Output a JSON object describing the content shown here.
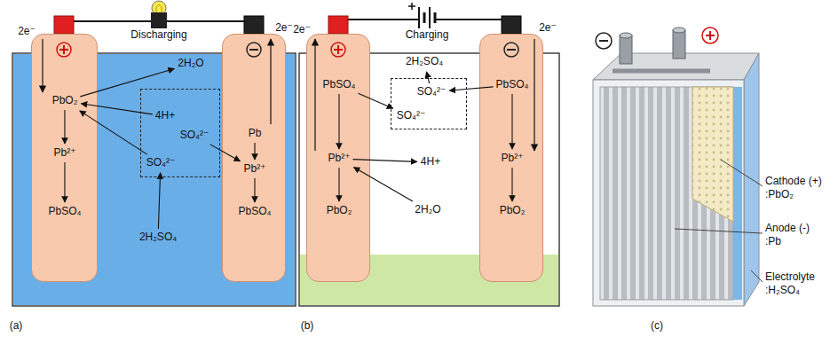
{
  "diagram": {
    "nodes": [
      {
        "text": [
          "PbO₂",
          "Pb²⁺",
          "PbSO₄"
        ]
      },
      {
        "text": [
          "4H+",
          "SO₄²⁻",
          "SO₄²⁻"
        ]
      },
      {
        "text": [
          "Pb",
          "Pb²⁺",
          "PbSO₄"
        ]
      },
      {
        "text": [
          "PbSO₄",
          "Pb²⁺",
          "PbO₂"
        ]
      },
      {
        "text": [
          "SO₄²⁻",
          "SO₄²⁻"
        ]
      },
      {
        "text": [
          "PbSO₄",
          "Pb²⁺",
          "PbO₂"
        ]
      }
    ],
    "edges": [
      {
        "from": 1,
        "to": 0,
        "arrow": "to"
      },
      {
        "from": 1,
        "to": 0,
        "arrow": "to"
      },
      {
        "from": 1,
        "to": 2,
        "arrow": "to"
      },
      {
        "from": 3,
        "to": 4,
        "arrow": "to"
      },
      {
        "from": 5,
        "to": 4,
        "arrow": "to"
      }
    ],
    "labels": [
      "2e⁻",
      "Discharging",
      "2e⁻",
      "2H₂O",
      "2H₂SO₄",
      "2e⁻",
      "Charging",
      "2e⁻",
      "2H₂SO₄",
      "4H+",
      "2H₂O",
      "(a)",
      "(b)",
      "(c)",
      "Cathode (+)",
      ":PbO₂",
      "Anode (-)",
      ":Pb",
      "Electrolyte",
      ":H₂SO₄"
    ]
  }
}
